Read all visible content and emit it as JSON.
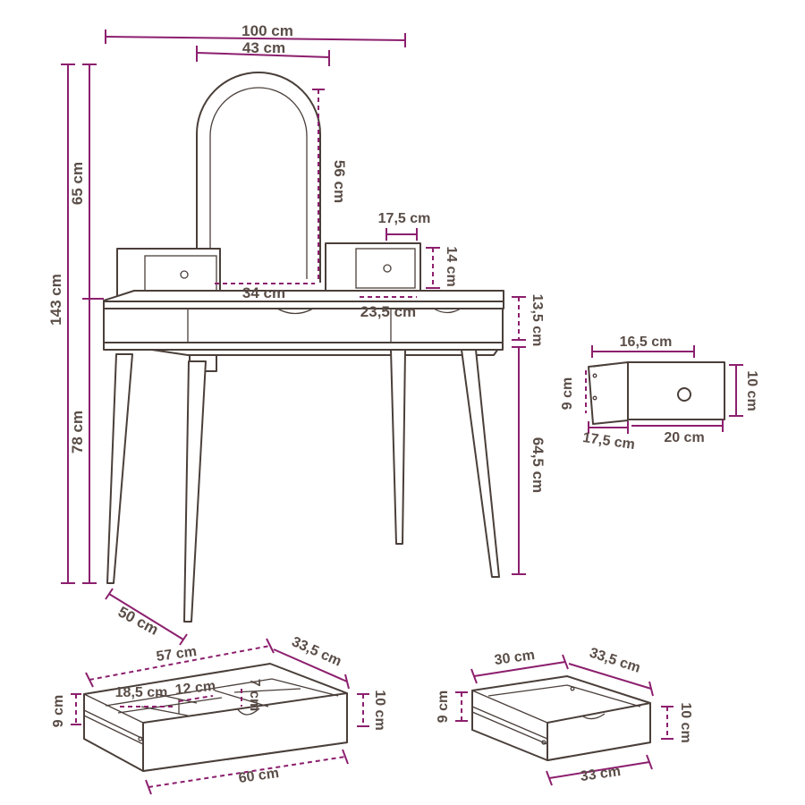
{
  "colors": {
    "outline": "#4a3f3a",
    "dimension": "#8c1f6e",
    "label": "#5a4d47"
  },
  "labels": {
    "total_width": "100 cm",
    "mirror_width": "43 cm",
    "total_height": "143 cm",
    "upper_height": "65 cm",
    "mirror_height": "56 cm",
    "box_width": "17,5 cm",
    "box_height": "14 cm",
    "mirror_inner_width": "34 cm",
    "box_spacing": "23,5 cm",
    "apron_height": "13,5 cm",
    "leg_height": "78 cm",
    "table_height": "64,5 cm",
    "table_depth": "50 cm",
    "small_drawer_inner_width": "16,5 cm",
    "small_drawer_inner_height": "9 cm",
    "small_drawer_height": "10 cm",
    "small_drawer_depth": "17,5 cm",
    "small_drawer_width": "20 cm",
    "big_drawer_inner_width": "57 cm",
    "big_drawer_depth": "33,5 cm",
    "big_drawer_compartment_1": "18,5 cm",
    "big_drawer_compartment_2": "12 cm",
    "big_drawer_divider_height": "7 cm",
    "big_drawer_inner_height": "9 cm",
    "big_drawer_height": "10 cm",
    "big_drawer_width": "60 cm",
    "medium_drawer_inner_width": "30 cm",
    "medium_drawer_depth": "33,5 cm",
    "medium_drawer_inner_height": "9 cm",
    "medium_drawer_height": "10 cm",
    "medium_drawer_width": "33 cm"
  }
}
